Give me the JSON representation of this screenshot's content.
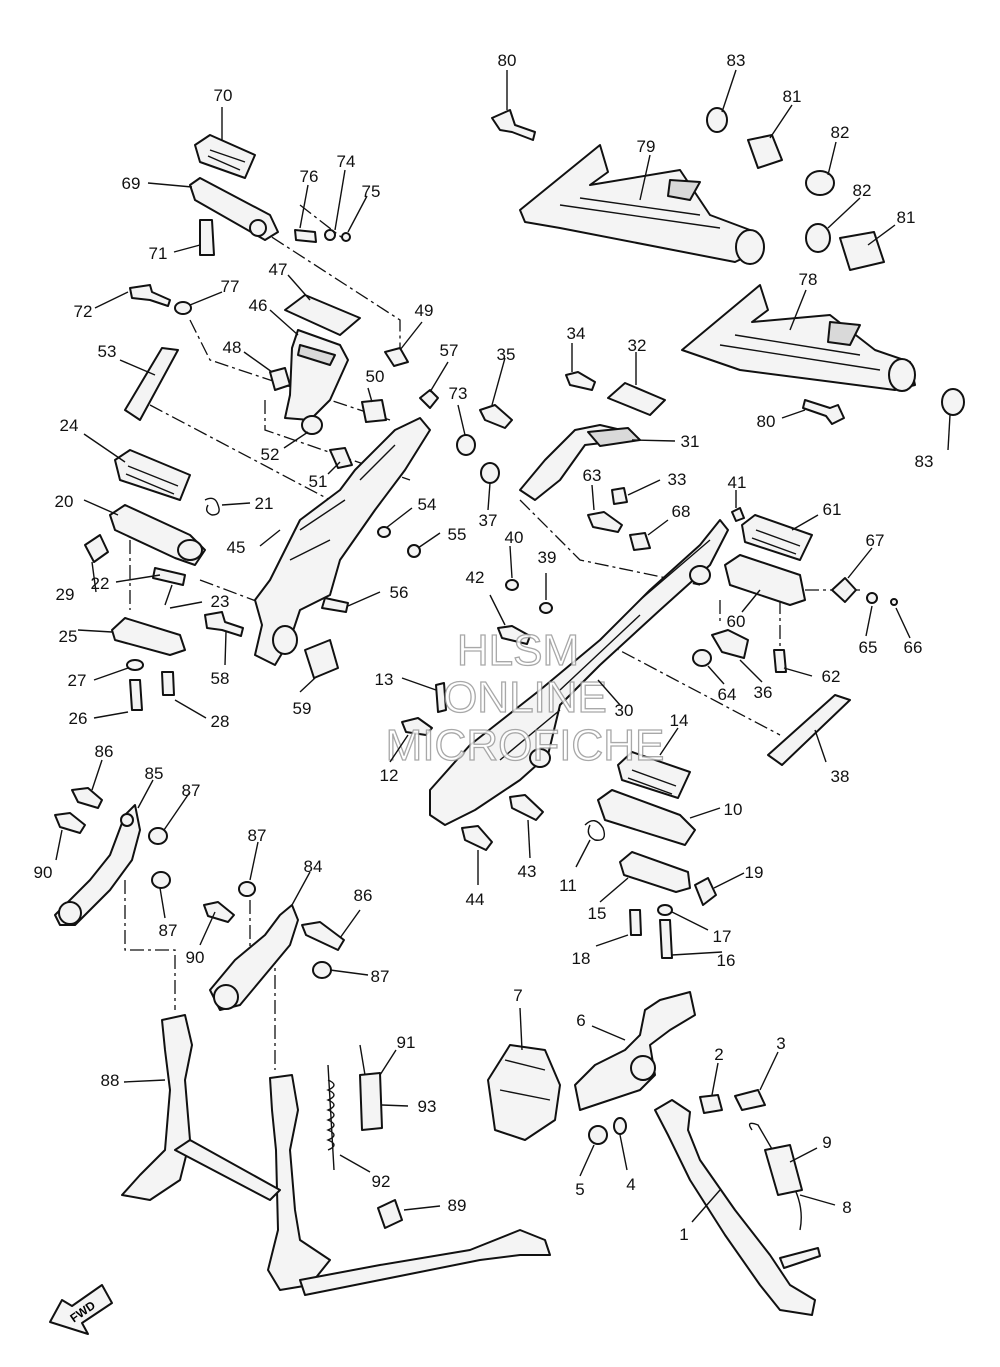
{
  "watermark": {
    "line1": "HLSM",
    "line2": "ONLINE",
    "line3": "MICROFICHE"
  },
  "fwd_label": "FWD",
  "labels": {
    "1": "1",
    "2": "2",
    "3": "3",
    "4": "4",
    "5": "5",
    "6": "6",
    "7": "7",
    "8": "8",
    "9": "9",
    "10": "10",
    "11": "11",
    "12": "12",
    "13": "13",
    "14": "14",
    "15": "15",
    "16": "16",
    "17": "17",
    "18": "18",
    "19": "19",
    "20": "20",
    "21": "21",
    "22": "22",
    "23": "23",
    "24": "24",
    "25": "25",
    "26": "26",
    "27": "27",
    "28": "28",
    "29": "29",
    "30": "30",
    "31": "31",
    "32": "32",
    "33": "33",
    "34": "34",
    "35": "35",
    "36": "36",
    "37": "37",
    "38": "38",
    "39": "39",
    "40": "40",
    "41": "41",
    "42": "42",
    "43": "43",
    "44": "44",
    "45": "45",
    "46": "46",
    "47": "47",
    "48": "48",
    "49": "49",
    "50": "50",
    "51": "51",
    "52": "52",
    "53": "53",
    "54": "54",
    "55": "55",
    "56": "56",
    "57": "57",
    "58": "58",
    "59": "59",
    "60": "60",
    "61": "61",
    "62": "62",
    "63": "63",
    "64": "64",
    "65": "65",
    "66": "66",
    "67": "67",
    "68": "68",
    "69": "69",
    "70": "70",
    "71": "71",
    "72": "72",
    "73": "73",
    "74": "74",
    "75": "75",
    "76": "76",
    "77": "77",
    "78": "78",
    "79": "79",
    "80a": "80",
    "80b": "80",
    "81a": "81",
    "81b": "81",
    "82a": "82",
    "82b": "82",
    "83a": "83",
    "83b": "83",
    "84": "84",
    "85": "85",
    "86a": "86",
    "86b": "86",
    "87a": "87",
    "87b": "87",
    "87c": "87",
    "87d": "87",
    "88": "88",
    "89": "89",
    "90a": "90",
    "90b": "90",
    "91": "91",
    "92": "92",
    "93": "93"
  }
}
